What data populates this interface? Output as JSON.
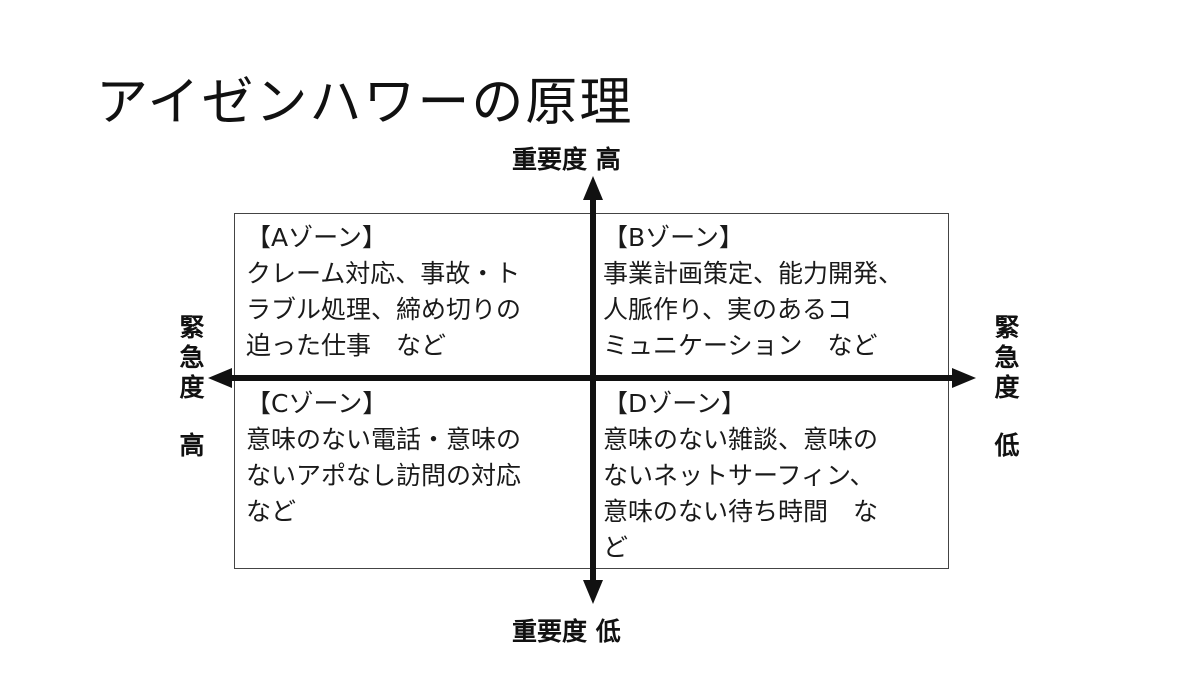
{
  "title": "アイゼンハワーの原理",
  "axes": {
    "top": "重要度 高",
    "bottom": "重要度 低",
    "left": {
      "label": [
        "緊",
        "急",
        "度"
      ],
      "level": "高"
    },
    "right": {
      "label": [
        "緊",
        "急",
        "度"
      ],
      "level": "低"
    }
  },
  "zones": [
    {
      "id": "a",
      "heading": "【Aゾーン】",
      "lines": [
        "クレーム対応、事故・ト",
        "ラブル処理、締め切りの",
        "迫った仕事　など"
      ]
    },
    {
      "id": "b",
      "heading": "【Bゾーン】",
      "lines": [
        "事業計画策定、能力開発、",
        "人脈作り、実のあるコ",
        "ミュニケーション　など"
      ]
    },
    {
      "id": "c",
      "heading": "【Cゾーン】",
      "lines": [
        "意味のない電話・意味の",
        "ないアポなし訪問の対応",
        "など"
      ]
    },
    {
      "id": "d",
      "heading": "【Dゾーン】",
      "lines": [
        "意味のない雑談、意味の",
        "ないネットサーフィン、",
        "意味のない待ち時間　な",
        "ど"
      ]
    }
  ]
}
